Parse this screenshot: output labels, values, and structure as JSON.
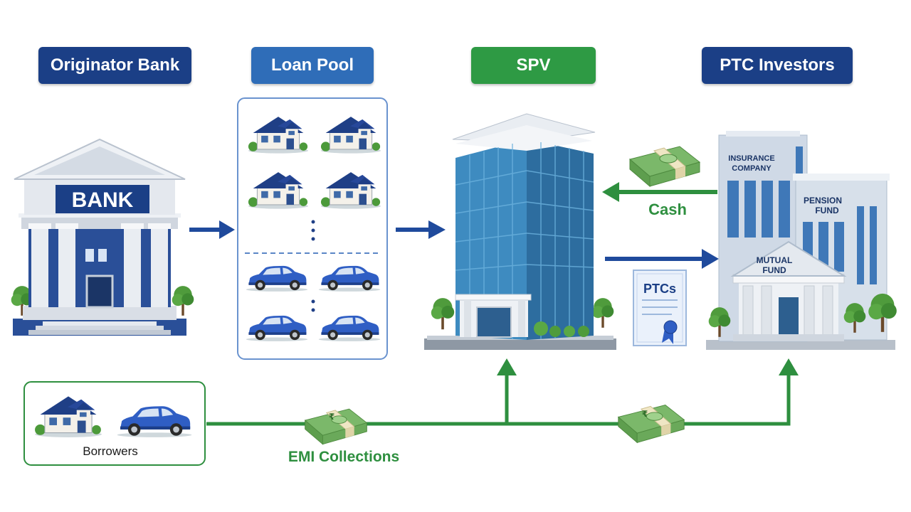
{
  "headers": {
    "originator": "Originator Bank",
    "loan_pool": "Loan Pool",
    "spv": "SPV",
    "investors": "PTC Investors"
  },
  "bank_sign": "BANK",
  "borrowers_label": "Borrowers",
  "flows": {
    "cash": "Cash",
    "emi": "EMI Collections"
  },
  "certificate_label": "PTCs",
  "investor_labels": {
    "insurance_line1": "INSURANCE",
    "insurance_line2": "COMPANY",
    "pension_line1": "PENSION",
    "pension_line2": "FUND",
    "mutual_line1": "MUTUAL",
    "mutual_line2": "FUND"
  },
  "currency_symbol": "₹",
  "colors": {
    "navy": "#1b3f86",
    "blue": "#2f6db8",
    "green": "#2e9a44",
    "flow_green": "#2e8f3f",
    "flow_blue": "#1f4a9c"
  }
}
